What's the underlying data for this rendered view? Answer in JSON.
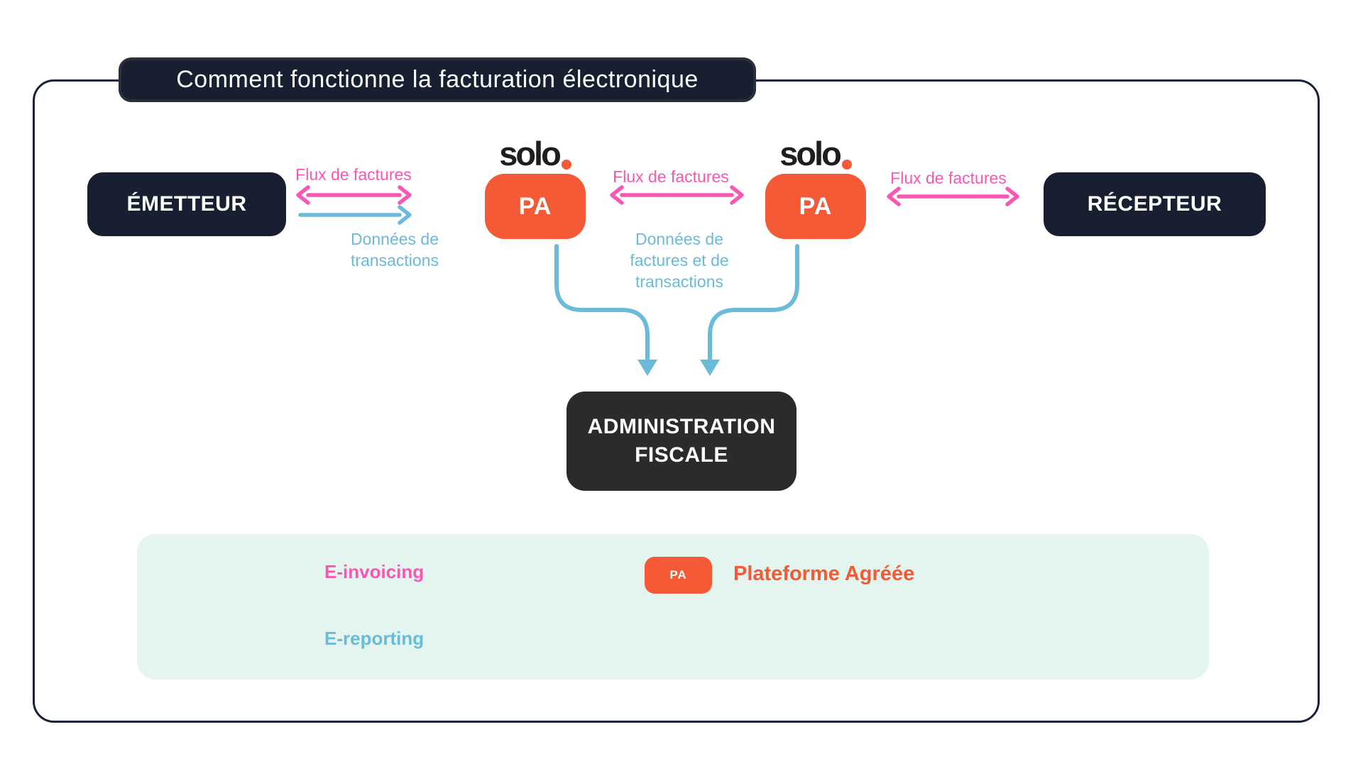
{
  "title": "Comment fonctionne la facturation électronique",
  "nodes": {
    "emitter": "ÉMETTEUR",
    "receiver": "RÉCEPTEUR",
    "pa1": "PA",
    "pa2": "PA",
    "admin_line1": "ADMINISTRATION",
    "admin_line2": "FISCALE",
    "solo_logo_text": "solo"
  },
  "flows": {
    "invoice_flow_left": "Flux de factures",
    "invoice_flow_mid": "Flux de factures",
    "invoice_flow_right": "Flux de factures",
    "transactions_left_line1": "Données de",
    "transactions_left_line2": "transactions",
    "mid_data_line1": "Données de",
    "mid_data_line2": "factures et de",
    "mid_data_line3": "transactions"
  },
  "legend": {
    "e_invoicing": "E-invoicing",
    "e_reporting": "E-reporting",
    "pa_label": "PA",
    "pa_description": "Plateforme Agréée"
  },
  "colors": {
    "pink": "#F857B4",
    "blue": "#6ABBD9",
    "orange": "#F45A36",
    "navy": "#171F30",
    "charcoal": "#2B2B2B",
    "mint": "#E4F4EE"
  }
}
